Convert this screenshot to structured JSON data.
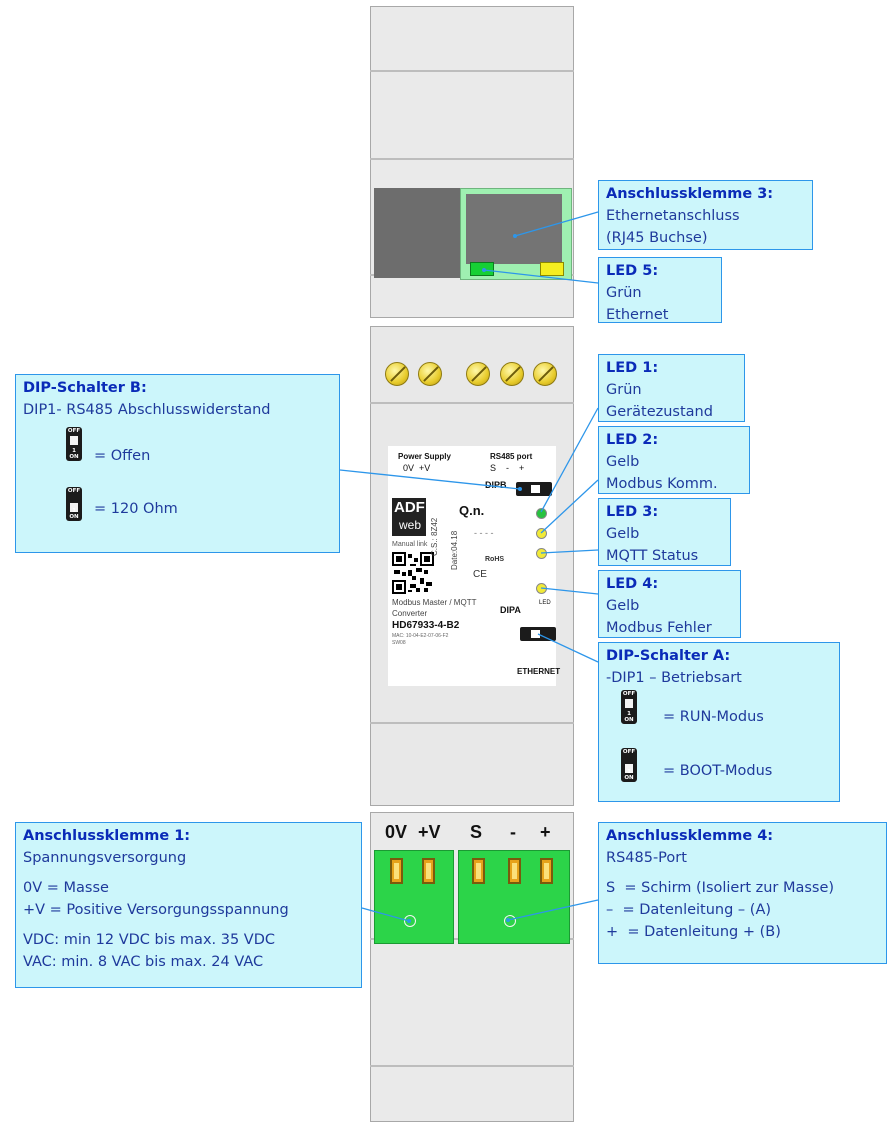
{
  "callouts": {
    "terminal3": {
      "title": "Anschlussklemme 3:",
      "lines": [
        "Ethernetanschluss",
        "(RJ45 Buchse)"
      ]
    },
    "led5": {
      "title": "LED 5:",
      "lines": [
        "Grün",
        "Ethernet"
      ]
    },
    "dipB": {
      "title": "DIP-Schalter B:",
      "line1": "DIP1- RS485 Abschlusswiderstand",
      "opt1": "= Offen",
      "opt2": "= 120 Ohm"
    },
    "led1": {
      "title": "LED 1:",
      "lines": [
        "Grün",
        "Gerätezustand"
      ]
    },
    "led2": {
      "title": "LED 2:",
      "lines": [
        "Gelb",
        "Modbus Komm."
      ]
    },
    "led3": {
      "title": "LED 3:",
      "lines": [
        "Gelb",
        "MQTT Status"
      ]
    },
    "led4": {
      "title": "LED 4:",
      "lines": [
        "Gelb",
        "Modbus Fehler"
      ]
    },
    "dipA": {
      "title": "DIP-Schalter A:",
      "line1": "-DIP1 – Betriebsart",
      "opt1": "= RUN-Modus",
      "opt2": "= BOOT-Modus"
    },
    "terminal1": {
      "title": "Anschlussklemme 1:",
      "line1": "Spannungsversorgung",
      "line2": "0V = Masse",
      "line3": "+V = Positive Versorgungsspannung",
      "line4": "VDC: min 12 VDC bis max. 35 VDC",
      "line5": "VAC: min. 8 VAC bis max. 24 VAC"
    },
    "terminal4": {
      "title": "Anschlussklemme 4:",
      "line1": "RS485-Port",
      "line2": "S  = Schirm (Isoliert zur Masse)",
      "line3": "–  = Datenleitung – (A)",
      "line4": "+  = Datenleitung + (B)"
    }
  },
  "dip_switch": {
    "off": "OFF",
    "on": "ON",
    "num": "1"
  },
  "device": {
    "power_supply": "Power Supply",
    "power_pins": "0V  +V",
    "rs485_port": "RS485 port",
    "rs485_pins": "S    -    +",
    "dipb": "DIPB",
    "dipa": "DIPA",
    "brand_top": "ADF",
    "brand_bottom": "web",
    "qn": "Q.n.",
    "dashes": "- - - -",
    "manual_link": "Manual link",
    "cs": "C.S.: 8Z42",
    "date": "Date:04.18",
    "rohs": "RoHS",
    "ce": "CE",
    "product_desc": "Modbus Master / MQTT",
    "converter": "Converter",
    "model": "HD67933-4-B2",
    "mac": "MAC: 10-04-E2-07-06-F2",
    "sw": "SW08",
    "ethernet": "ETHERNET",
    "led_label": "LED"
  },
  "terminal_labels": [
    "0V",
    "+V",
    "S",
    "-",
    "+"
  ],
  "colors": {
    "callout_bg": "#ccf6fb",
    "callout_border": "#2d96ea",
    "title": "#0a2bb8",
    "text": "#1f3a9c",
    "terminal_green": "#28d24a",
    "led_green": "#27c23f",
    "led_yellow": "#f1ea37"
  }
}
